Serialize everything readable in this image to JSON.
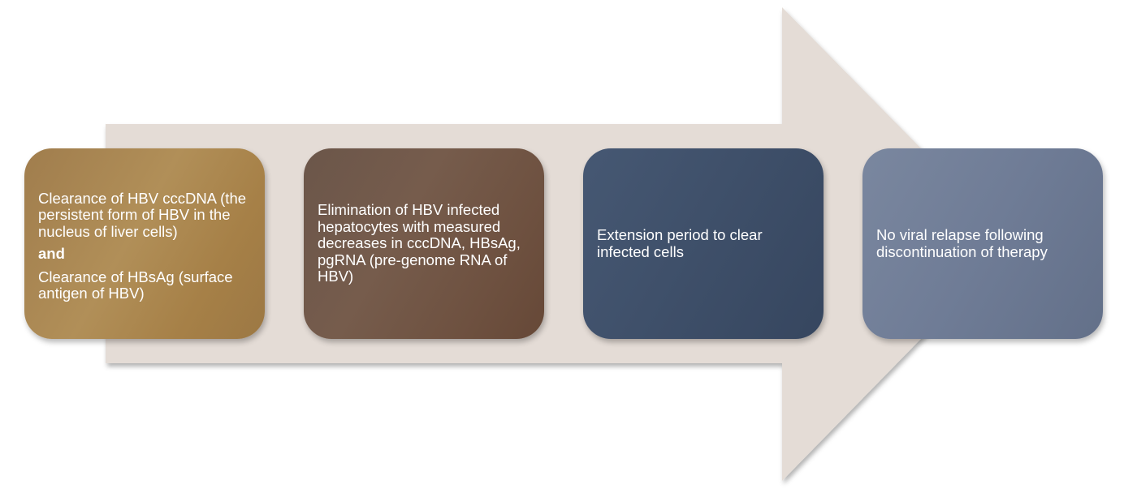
{
  "diagram": {
    "colors": {
      "arrow": "#e4dcd6",
      "step1": "#a68047",
      "step2": "#6e5140",
      "step3": "#3f506a",
      "step4": "#6f7c96"
    },
    "steps": [
      {
        "lines": [
          "Clearance of HBV cccDNA (the persistent form of HBV in the nucleus of liver cells)"
        ],
        "connector": "and",
        "lines_after": [
          "Clearance of HBsAg (surface antigen of HBV)"
        ]
      },
      {
        "text": "Elimination of HBV infected hepatocytes with measured decreases in cccDNA, HBsAg, pgRNA (pre-genome RNA of HBV)"
      },
      {
        "text": "Extension period to clear infected cells"
      },
      {
        "text": "No viral relapse following discontinuation of therapy"
      }
    ]
  }
}
